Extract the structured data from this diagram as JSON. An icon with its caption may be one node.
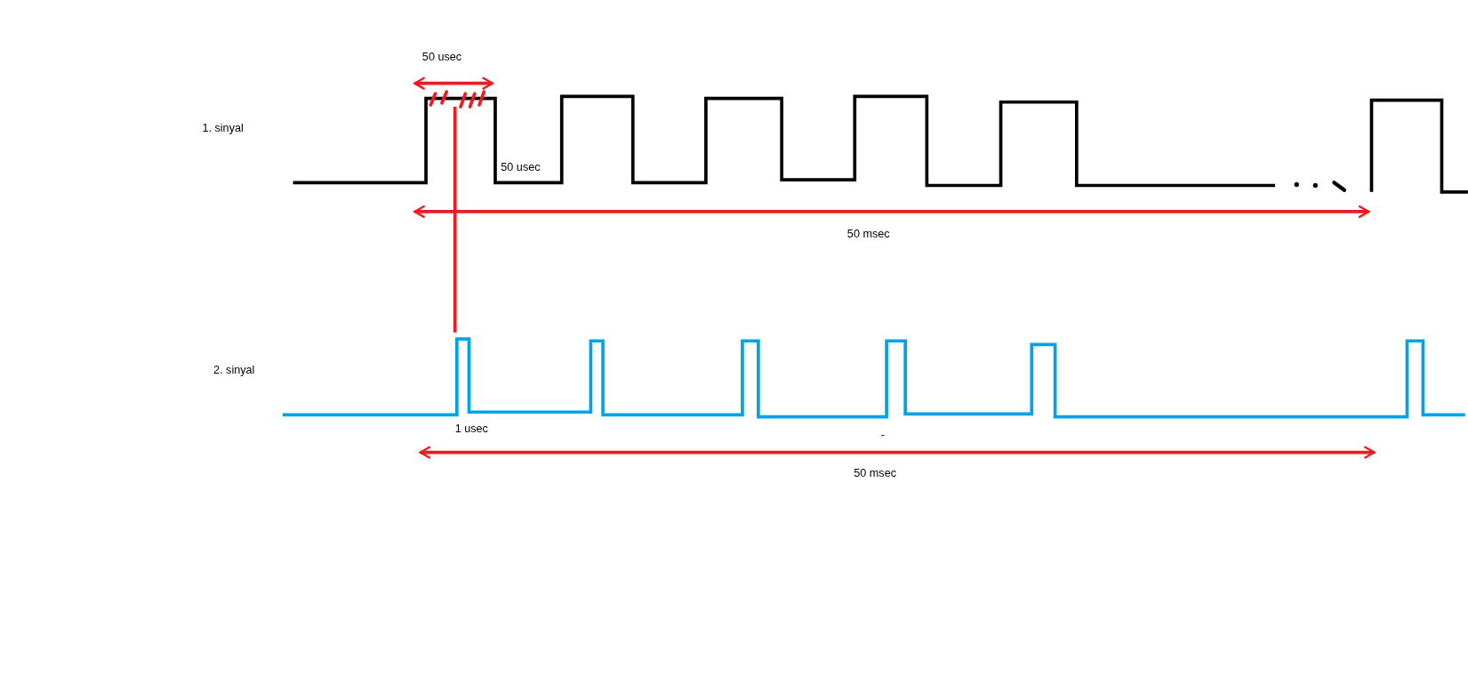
{
  "diagram": {
    "labels": [
      "50 usec",
      "1. sinyal",
      "50 usec",
      "50 msec",
      "2. sinyal",
      "1 usec",
      "-",
      "50 msec"
    ]
  }
}
